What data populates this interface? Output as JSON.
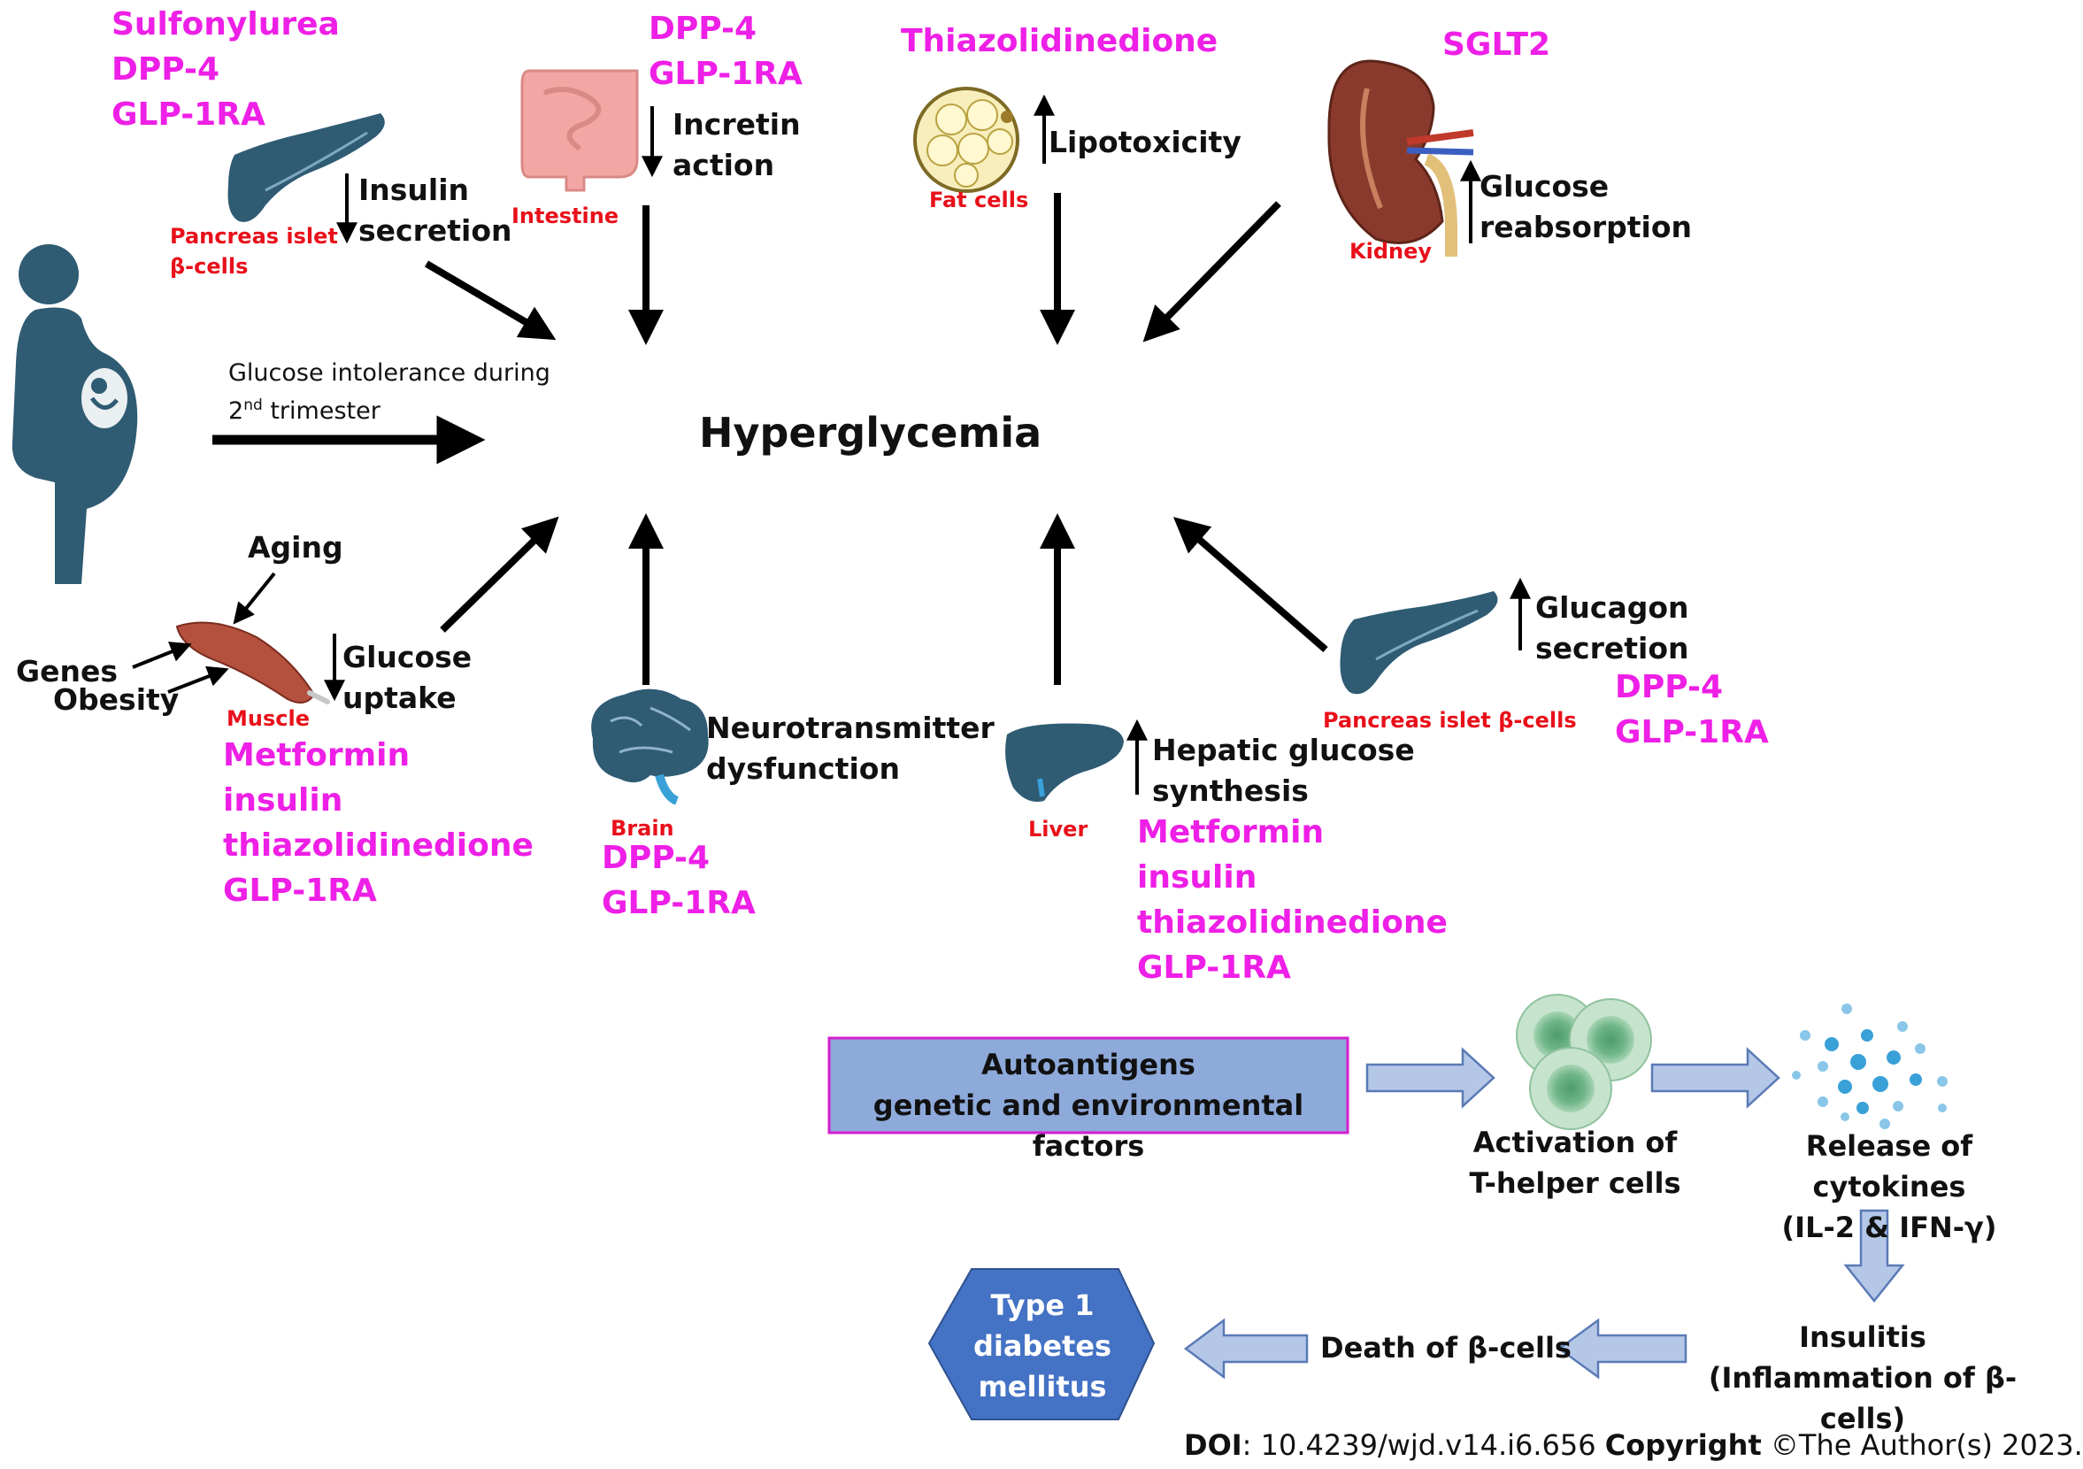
{
  "drugs": {
    "pancreas_top": [
      "Sulfonylurea",
      "DPP-4",
      "GLP-1RA"
    ],
    "intestine": [
      "DPP-4",
      "GLP-1RA"
    ],
    "fat": [
      "Thiazolidinedione"
    ],
    "kidney": [
      "SGLT2"
    ],
    "muscle": [
      "Metformin",
      "insulin",
      "thiazolidinedione",
      "GLP-1RA"
    ],
    "brain": [
      "DPP-4",
      "GLP-1RA"
    ],
    "liver": [
      "Metformin",
      "insulin",
      "thiazolidinedione",
      "GLP-1RA"
    ],
    "pancreas_bottom": [
      "DPP-4",
      "GLP-1RA"
    ]
  },
  "organs": {
    "pancreas_top": [
      "Pancreas islet",
      "β-cells"
    ],
    "intestine": "Intestine",
    "fat": "Fat cells",
    "kidney": "Kidney",
    "muscle": "Muscle",
    "brain": "Brain",
    "liver": "Liver",
    "pancreas_bottom": "Pancreas islet β-cells"
  },
  "effects": {
    "insulin_secretion": [
      "Insulin",
      "secretion"
    ],
    "incretin_action": [
      "Incretin",
      "action"
    ],
    "lipotoxicity": "Lipotoxicity",
    "glucose_reabsorption": [
      "Glucose",
      "reabsorption"
    ],
    "glucose_uptake": [
      "Glucose",
      "uptake"
    ],
    "neurotransmitter": [
      "Neurotransmitter",
      "dysfunction"
    ],
    "hepatic": [
      "Hepatic glucose",
      "synthesis"
    ],
    "glucagon": [
      "Glucagon",
      "secretion"
    ]
  },
  "pregnancy": {
    "line1": "Glucose intolerance during",
    "ordinal_number": "2",
    "ordinal_suffix": "nd",
    "line2_rest": " trimester"
  },
  "muscle_factors": {
    "aging": "Aging",
    "genes": "Genes",
    "obesity": "Obesity"
  },
  "center": "Hyperglycemia",
  "t1d": {
    "autoantigens_box": [
      "Autoantigens",
      "genetic and environmental factors"
    ],
    "activation": [
      "Activation of",
      "T-helper cells"
    ],
    "release": [
      "Release of cytokines",
      "(IL-2 & IFN-γ)"
    ],
    "insulitis": [
      "Insulitis",
      "(Inflammation of β-cells)"
    ],
    "death": "Death of β-cells",
    "outcome": [
      "Type 1",
      "diabetes",
      "mellitus"
    ]
  },
  "footer": {
    "doi_label": "DOI",
    "doi_value": ": 10.4239/wjd.v14.i6.656 ",
    "copyright_label": "Copyright",
    "copyright_value": " ©The Author(s) 2023."
  },
  "colors": {
    "drug": "#ee1fe6",
    "organ_label": "#e8101a",
    "organ_fill": "#2f5b73",
    "box_fill": "#8eaadb",
    "box_border": "#d61fcf",
    "outcome_fill": "#4472c4",
    "block_arrow_fill": "#b4c7e7"
  }
}
